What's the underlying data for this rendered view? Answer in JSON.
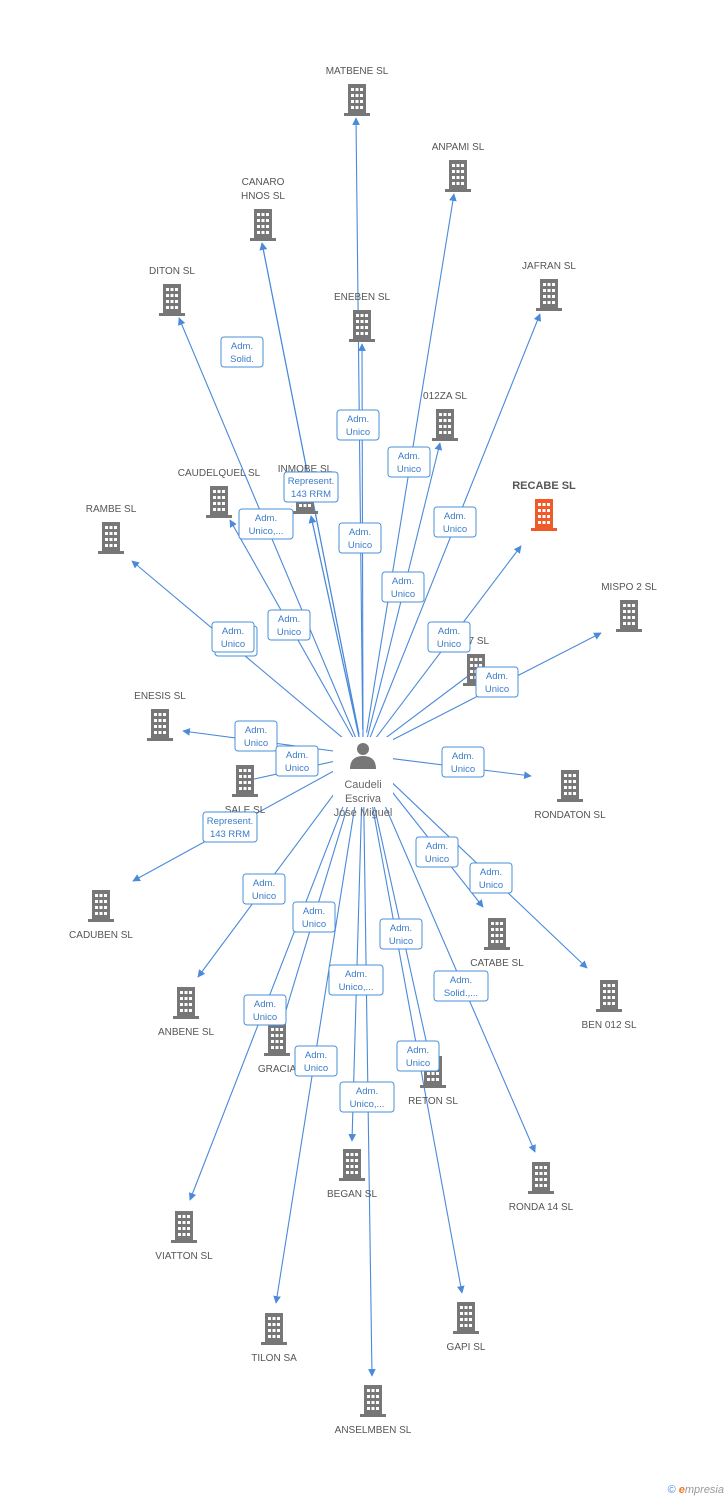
{
  "colors": {
    "edge": "#4a8ad9",
    "building": "#777777",
    "highlight": "#f05a28",
    "person": "#777777"
  },
  "center": {
    "name_lines": [
      "Caudeli",
      "Escriva",
      "Jose Miguel"
    ],
    "icon": "person-icon"
  },
  "nodes": [
    {
      "id": "matbene",
      "lines": [
        "MATBENE SL"
      ]
    },
    {
      "id": "anpami",
      "lines": [
        "ANPAMI SL"
      ]
    },
    {
      "id": "canaro",
      "lines": [
        "CANARO",
        "HNOS SL"
      ]
    },
    {
      "id": "jafran",
      "lines": [
        "JAFRAN SL"
      ]
    },
    {
      "id": "diton",
      "lines": [
        "DITON SL"
      ]
    },
    {
      "id": "eneben",
      "lines": [
        "ENEBEN SL"
      ]
    },
    {
      "id": "o12za",
      "lines": [
        "012ZA  SL"
      ]
    },
    {
      "id": "recabe",
      "lines": [
        "RECABE SL"
      ],
      "highlight": true
    },
    {
      "id": "caudelquel",
      "lines": [
        "CAUDELQUEL SL"
      ]
    },
    {
      "id": "inmobe",
      "lines": [
        "INMOBE SL"
      ]
    },
    {
      "id": "rambe",
      "lines": [
        "RAMBE SL"
      ]
    },
    {
      "id": "mispo2",
      "lines": [
        "MISPO 2 SL"
      ]
    },
    {
      "id": "n87",
      "lines": [
        "87 SL"
      ]
    },
    {
      "id": "enesis",
      "lines": [
        "ENESIS SL"
      ]
    },
    {
      "id": "sale",
      "lines": [
        "SALE SL"
      ]
    },
    {
      "id": "rondaton",
      "lines": [
        "RONDATON SL"
      ]
    },
    {
      "id": "caduben",
      "lines": [
        "CADUBEN SL"
      ]
    },
    {
      "id": "catabe",
      "lines": [
        "CATABE  SL"
      ]
    },
    {
      "id": "ben012",
      "lines": [
        "BEN 012 SL"
      ]
    },
    {
      "id": "anbene",
      "lines": [
        "ANBENE SL"
      ]
    },
    {
      "id": "gracia",
      "lines": [
        "GRACIA"
      ]
    },
    {
      "id": "reton",
      "lines": [
        "RETON SL"
      ]
    },
    {
      "id": "began",
      "lines": [
        "BEGAN SL"
      ]
    },
    {
      "id": "ronda14",
      "lines": [
        "RONDA 14 SL"
      ]
    },
    {
      "id": "viatton",
      "lines": [
        "VIATTON SL"
      ]
    },
    {
      "id": "tilon",
      "lines": [
        "TILON SA"
      ]
    },
    {
      "id": "gapi",
      "lines": [
        "GAPI SL"
      ]
    },
    {
      "id": "anselmben",
      "lines": [
        "ANSELMBEN SL"
      ]
    }
  ],
  "edges": [
    {
      "to": "matbene",
      "lines": [
        "Adm.",
        "Unico"
      ]
    },
    {
      "to": "anpami",
      "lines": [
        "Adm.",
        "Unico"
      ]
    },
    {
      "to": "canaro",
      "lines": [
        "Adm.",
        "Solid."
      ]
    },
    {
      "to": "canaro",
      "lines": [
        "Adm.",
        "Unico,..."
      ]
    },
    {
      "to": "jafran",
      "lines": [
        "Adm.",
        "Unico"
      ]
    },
    {
      "to": "diton",
      "lines": [
        "Adm.",
        "Unico"
      ]
    },
    {
      "to": "eneben",
      "lines": [
        "Adm.",
        "Unico"
      ]
    },
    {
      "to": "o12za",
      "lines": [
        "Adm.",
        "Unico"
      ]
    },
    {
      "to": "recabe",
      "lines": [
        "Adm.",
        "Unico"
      ]
    },
    {
      "to": "caudelquel",
      "lines": [
        "Adm.",
        "Unico"
      ]
    },
    {
      "to": "inmobe",
      "lines": [
        "Represent.",
        "143 RRM"
      ]
    },
    {
      "to": "inmobe",
      "lines": [
        "Adm.",
        "Unico"
      ]
    },
    {
      "to": "rambe",
      "lines": [
        "Adm.",
        "Unico"
      ]
    },
    {
      "to": "mispo2",
      "lines": [
        "Adm.",
        "Unico"
      ]
    },
    {
      "to": "n87",
      "lines": [
        "Adm.",
        "Unico"
      ]
    },
    {
      "to": "enesis",
      "lines": [
        "Adm.",
        "Unico"
      ]
    },
    {
      "to": "sale",
      "lines": [
        "Represent.",
        "143 RRM"
      ]
    },
    {
      "to": "rondaton",
      "lines": [
        "Adm.",
        "Unico"
      ]
    },
    {
      "to": "caduben",
      "lines": [
        "Adm.",
        "Unico"
      ]
    },
    {
      "to": "catabe",
      "lines": [
        "Adm.",
        "Unico"
      ]
    },
    {
      "to": "ben012",
      "lines": [
        "Adm.",
        "Unico"
      ]
    },
    {
      "to": "anbene",
      "lines": [
        "Adm.",
        "Unico"
      ]
    },
    {
      "to": "gracia",
      "lines": [
        "Adm.",
        "Unico,..."
      ]
    },
    {
      "to": "reton",
      "lines": [
        "Adm.",
        "Solid.,..."
      ]
    },
    {
      "to": "began",
      "lines": [
        "Adm.",
        "Unico"
      ]
    },
    {
      "to": "ronda14",
      "lines": [
        "Adm.",
        "Unico"
      ]
    },
    {
      "to": "viatton",
      "lines": [
        "Adm.",
        "Unico"
      ]
    },
    {
      "to": "tilon",
      "lines": [
        "Adm.",
        "Unico,..."
      ]
    },
    {
      "to": "gapi",
      "lines": [
        "Adm.",
        "Unico"
      ]
    },
    {
      "to": "anselmben",
      "lines": [
        "Adm.",
        "Unico"
      ]
    }
  ],
  "footer": {
    "copyright": "©",
    "brand_initial": "e",
    "brand_rest": "mpresia"
  }
}
